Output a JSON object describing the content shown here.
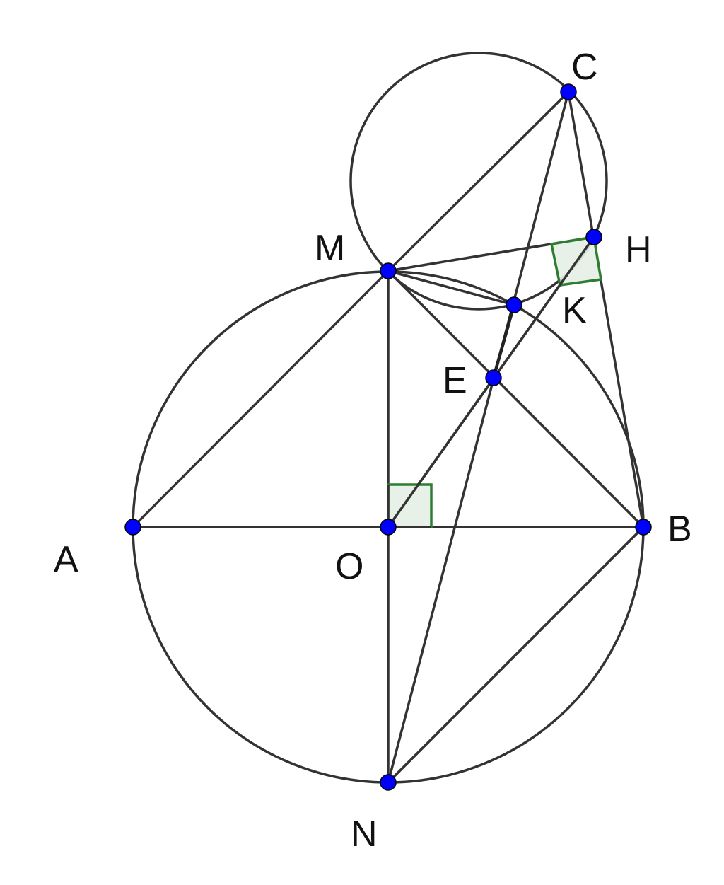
{
  "labels": {
    "A": "A",
    "O": "O",
    "B": "B",
    "M": "M",
    "N": "N",
    "C": "C",
    "H": "H",
    "K": "K",
    "E": "E"
  },
  "colors": {
    "line": "#333333",
    "point": "#0000ff",
    "right_angle": "#2e7d32",
    "right_angle_fill": "#e6efe6"
  }
}
